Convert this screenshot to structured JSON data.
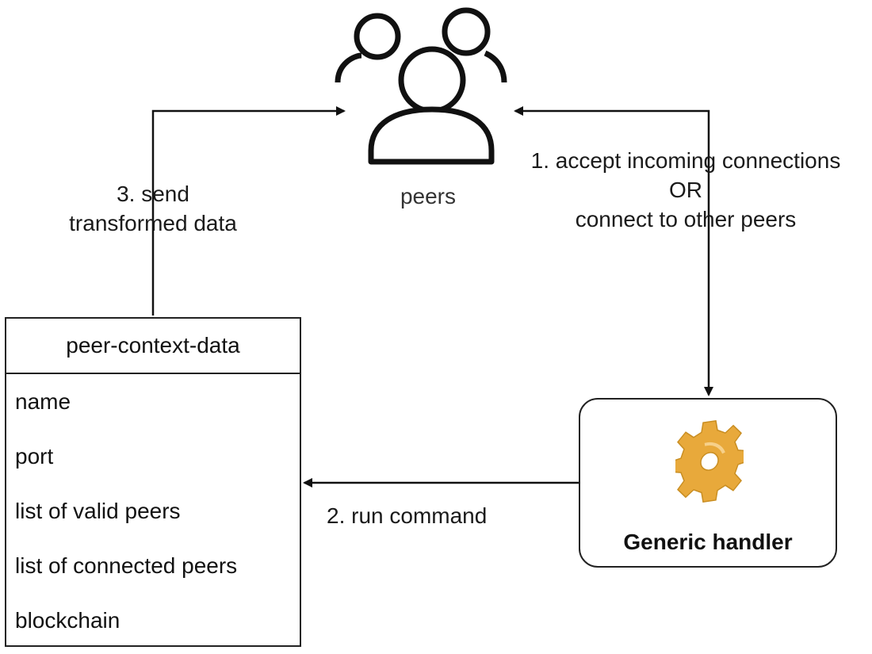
{
  "diagram": {
    "peers": {
      "icon": "users-icon",
      "label": "peers"
    },
    "arrows": {
      "send": {
        "line1": "3. send",
        "line2": "transformed data"
      },
      "accept": {
        "line1": "1. accept incoming connections",
        "line2": "OR",
        "line3": "connect to other peers"
      },
      "run": {
        "label": "2. run command"
      }
    },
    "entity": {
      "title": "peer-context-data",
      "fields": [
        "name",
        "port",
        "list of valid peers",
        "list of connected peers",
        "blockchain"
      ]
    },
    "handler": {
      "icon": "gear-icon",
      "label": "Generic handler",
      "gear_color": "#E8A93B"
    },
    "line_color": "#111111"
  }
}
